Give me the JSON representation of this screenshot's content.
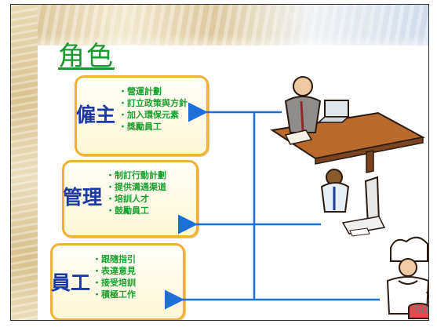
{
  "title": "角色",
  "roles": [
    {
      "label": "僱主",
      "items": [
        "營運計劃",
        "訂立政策與方針",
        "加入環保元素",
        "獎勵員工"
      ]
    },
    {
      "label": "管理",
      "items": [
        "制訂行動計劃",
        "提供溝通渠道",
        "培訓人才",
        "鼓勵員工"
      ]
    },
    {
      "label": "員工",
      "items": [
        "跟隨指引",
        "表達意見",
        "接受培訓",
        "積極工作"
      ]
    }
  ],
  "page_number": "50",
  "colors": {
    "title": "#1a9a2e",
    "role_label": "#1a3aa2",
    "bullet_text": "#1aa02c",
    "box_border": "#f2b134",
    "connector": "#1e6fd9"
  },
  "icons": [
    "boss-at-desk-illustration",
    "worker-at-computer-illustration",
    "chef-cooking-illustration"
  ]
}
